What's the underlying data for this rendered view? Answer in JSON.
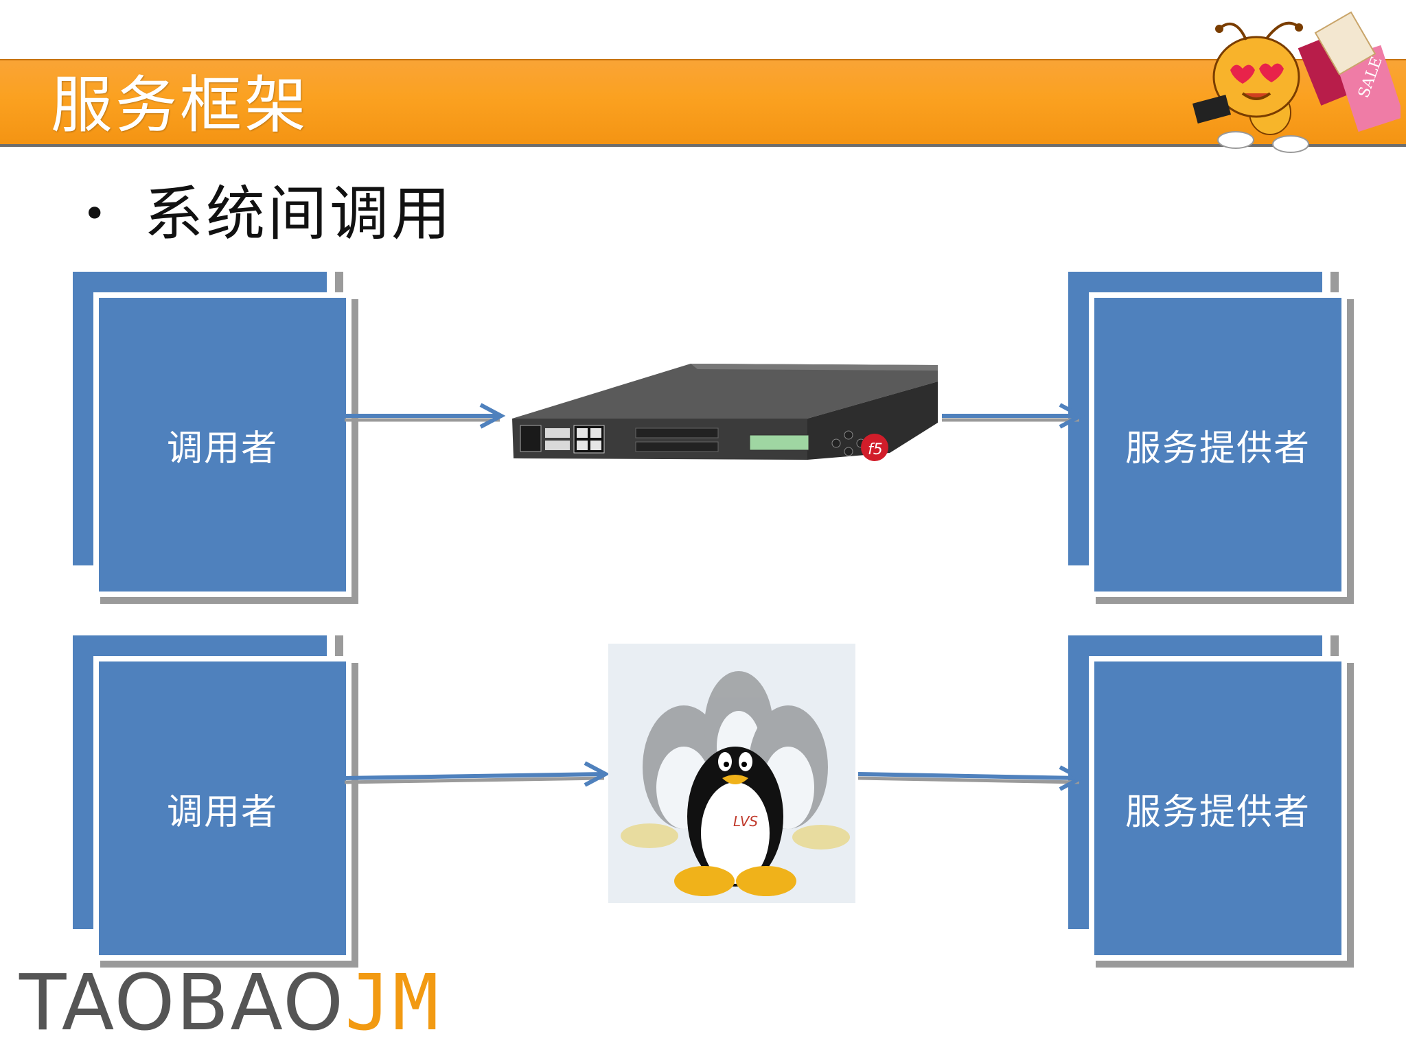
{
  "slide": {
    "title": "服务框架",
    "bullet": "系统间调用"
  },
  "rows": [
    {
      "caller": "调用者",
      "provider": "服务提供者",
      "middle": "f5-load-balancer"
    },
    {
      "caller": "调用者",
      "provider": "服务提供者",
      "middle": "lvs-penguins",
      "middle_label": "LVS"
    }
  ],
  "footer": {
    "logo_part1": "TAOBAO",
    "logo_part2": "JM"
  },
  "colors": {
    "banner": "#fba120",
    "box": "#4f81bd",
    "arrow": "#4f81bd",
    "logo_orange": "#f29a12"
  }
}
